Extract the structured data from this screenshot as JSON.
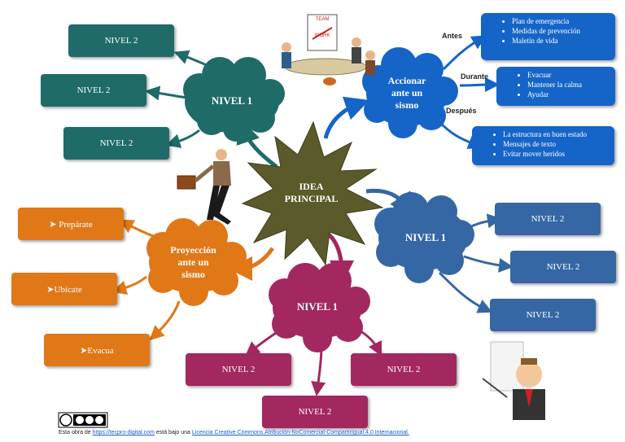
{
  "center": {
    "line1": "IDEA",
    "line2": "PRINCIPAL"
  },
  "teal": {
    "cloud": "NIVEL 1",
    "boxes": [
      "NIVEL 2",
      "NIVEL 2",
      "NIVEL 2"
    ]
  },
  "blue": {
    "cloud": "NIVEL 1",
    "boxes": [
      "NIVEL 2",
      "NIVEL 2",
      "NIVEL 2"
    ]
  },
  "plum": {
    "cloud": "NIVEL 1",
    "boxes": [
      "NIVEL 2",
      "NIVEL 2",
      "NIVEL 2"
    ]
  },
  "orange": {
    "cloud": [
      "Proyección",
      "ante un",
      "sismo"
    ],
    "boxes": [
      "➤  Prepárate",
      "➤Ubícate",
      "➤Evacua"
    ]
  },
  "accionar": {
    "cloud": [
      "Accionar",
      "ante un",
      "sismo"
    ],
    "labels": {
      "antes": "Antes",
      "durante": "Durante",
      "despues": "Después"
    },
    "antes_items": [
      "Plan de emergencia",
      "Medidas de prevención",
      "Maletín de vida"
    ],
    "durante_items": [
      "Evacuar",
      "Mantener la calma",
      "Ayudar"
    ],
    "despues_items": [
      "La estructura en buen estado",
      "Mensajes de texto",
      "Evitar mover heridos"
    ]
  },
  "team_board": {
    "line1": "TEAM",
    "line2": "WORK"
  },
  "footer": {
    "prefix": "Esta obra de",
    "link1": "https://tecpro-digital.com",
    "middle": "está bajo una",
    "link2": "Licencia Creative Commons Atribución-NoComercial-CompartirIgual 4.0 Internacional.",
    "cc_text": "cc by nc sa"
  },
  "colors": {
    "teal": "#1f6b68",
    "blue": "#3567a5",
    "plum": "#a2285f",
    "orange": "#e07818",
    "bright": "#1565c8",
    "star": "#5a5a2a"
  }
}
